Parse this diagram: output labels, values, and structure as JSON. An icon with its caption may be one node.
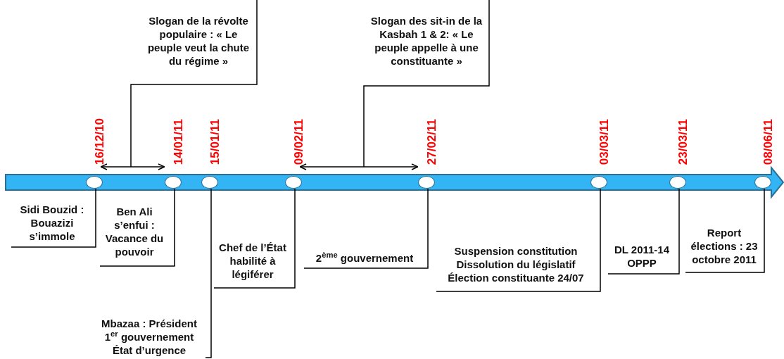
{
  "diagram": {
    "nodes": [
      {
        "text": [],
        "shape": "circle",
        "beside": [
          "16/12/10"
        ]
      },
      {
        "text": [],
        "shape": "circle",
        "beside": [
          "14/01/11"
        ]
      },
      {
        "text": [],
        "shape": "circle",
        "beside": [
          "15/01/11"
        ]
      },
      {
        "text": [],
        "shape": "circle",
        "beside": [
          "09/02/11"
        ]
      },
      {
        "text": [],
        "shape": "circle",
        "beside": [
          "27/02/11"
        ]
      },
      {
        "text": [],
        "shape": "circle",
        "beside": [
          "03/03/11"
        ]
      },
      {
        "text": [],
        "shape": "circle",
        "beside": [
          "23/03/11"
        ]
      },
      {
        "text": [],
        "shape": "circle",
        "beside": [
          "08/06/11"
        ]
      },
      {
        "text": [
          "Slogan de la révolte populaire : « Le peuple veut la chute du régime »"
        ]
      },
      {
        "text": [
          "Slogan des sit-in de la Kasbah 1 & 2: « Le peuple appelle à une constituante »"
        ]
      },
      {
        "text": [
          "Sidi Bouzid : Bouazizi s’immole"
        ]
      },
      {
        "text": [
          "Ben Ali s’enfui : Vacance du pouvoir"
        ]
      },
      {
        "text": [
          "Chef de l’État habilité à légiférer"
        ]
      },
      {
        "text": [
          "2$^{ème}$ gouvernement"
        ]
      },
      {
        "text": [
          "Mbazaa : Président",
          "1$^{er}$ gouvernement",
          "État d’urgence"
        ]
      },
      {
        "text": [
          "Suspension constitution",
          "Dissolution du législatif",
          "Élection constituante 24/07"
        ]
      },
      {
        "text": [
          "DL 2011-14 OPPP"
        ]
      },
      {
        "text": [
          "Report élections : 23 octobre 2011"
        ]
      }
    ],
    "edges": [
      {
        "from": 0,
        "to": 1,
        "arrow": "both"
      },
      {
        "from": 3,
        "to": 4,
        "arrow": "both"
      },
      {
        "from": 8,
        "to": null,
        "arrow": "none"
      },
      {
        "from": 9,
        "to": null,
        "arrow": "none"
      },
      {
        "from": 10,
        "to": 0,
        "arrow": "none"
      },
      {
        "from": 11,
        "to": 1,
        "arrow": "none"
      },
      {
        "from": 14,
        "to": 2,
        "arrow": "none"
      },
      {
        "from": 12,
        "to": 3,
        "arrow": "none"
      },
      {
        "from": 13,
        "to": 4,
        "arrow": "none"
      },
      {
        "from": 15,
        "to": 5,
        "arrow": "none"
      },
      {
        "from": 16,
        "to": 6,
        "arrow": "none"
      },
      {
        "from": 17,
        "to": 7,
        "arrow": "none"
      }
    ]
  }
}
